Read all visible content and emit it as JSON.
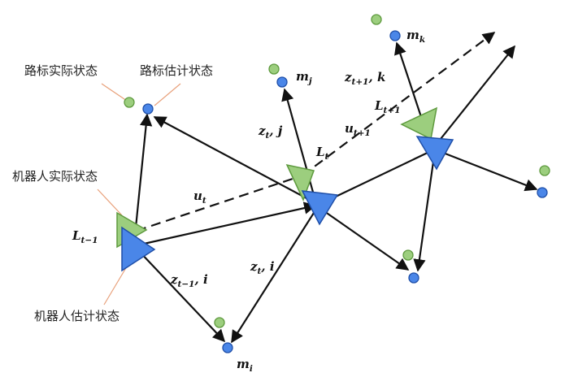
{
  "labels": {
    "landmark_actual": "路标实际状态",
    "landmark_estimated": "路标估计状态",
    "robot_actual": "机器人实际状态",
    "robot_estimated": "机器人估计状态"
  },
  "poses": {
    "L_prev": {
      "main": "L",
      "sub": "t−1"
    },
    "L_t": {
      "main": "L",
      "sub": "t"
    },
    "L_next": {
      "main": "L",
      "sub": "t+1"
    }
  },
  "controls": {
    "u_t": {
      "main": "u",
      "sub": "t"
    },
    "u_next": {
      "main": "u",
      "sub": "t+1"
    }
  },
  "observations": {
    "z_prev_i": {
      "main": "z",
      "sub": "t−1",
      "tail": ", i"
    },
    "z_t_i": {
      "main": "z",
      "sub": "t",
      "tail": ", i"
    },
    "z_t_j": {
      "main": "z",
      "sub": "t",
      "tail": ", j"
    },
    "z_next_k": {
      "main": "z",
      "sub": "t+1",
      "tail": ", k"
    }
  },
  "landmarks": {
    "m_i": {
      "main": "m",
      "sub": "i"
    },
    "m_j": {
      "main": "m",
      "sub": "j"
    },
    "m_k": {
      "main": "m",
      "sub": "k"
    }
  },
  "colors": {
    "actual_fill": "#9cce7e",
    "actual_stroke": "#5e9a3e",
    "estimated_fill": "#4a86e8",
    "estimated_stroke": "#1f4fa8",
    "arrow": "#111111",
    "pointer_line": "#e8a07a"
  }
}
